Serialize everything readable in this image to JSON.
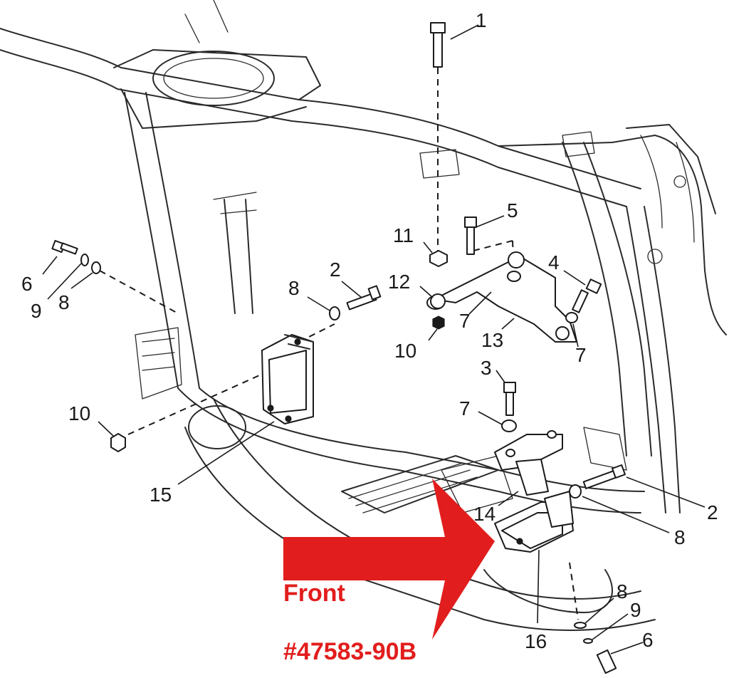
{
  "callouts": [
    {
      "id": "c1",
      "text": "1"
    },
    {
      "id": "c2a",
      "text": "2"
    },
    {
      "id": "c2b",
      "text": "2"
    },
    {
      "id": "c3",
      "text": "3"
    },
    {
      "id": "c4",
      "text": "4"
    },
    {
      "id": "c5",
      "text": "5"
    },
    {
      "id": "c6a",
      "text": "6"
    },
    {
      "id": "c6b",
      "text": "6"
    },
    {
      "id": "c7a",
      "text": "7"
    },
    {
      "id": "c7b",
      "text": "7"
    },
    {
      "id": "c7c",
      "text": "7"
    },
    {
      "id": "c8a",
      "text": "8"
    },
    {
      "id": "c8b",
      "text": "8"
    },
    {
      "id": "c8c",
      "text": "8"
    },
    {
      "id": "c8d",
      "text": "8"
    },
    {
      "id": "c9a",
      "text": "9"
    },
    {
      "id": "c9b",
      "text": "9"
    },
    {
      "id": "c10a",
      "text": "10"
    },
    {
      "id": "c10b",
      "text": "10"
    },
    {
      "id": "c11",
      "text": "11"
    },
    {
      "id": "c12",
      "text": "12"
    },
    {
      "id": "c13",
      "text": "13"
    },
    {
      "id": "c14",
      "text": "14"
    },
    {
      "id": "c15",
      "text": "15"
    },
    {
      "id": "c16",
      "text": "16"
    }
  ],
  "annotation": {
    "front_label": "Front",
    "part_number": "#47583-90B",
    "accent_color": "#e21d1d"
  }
}
